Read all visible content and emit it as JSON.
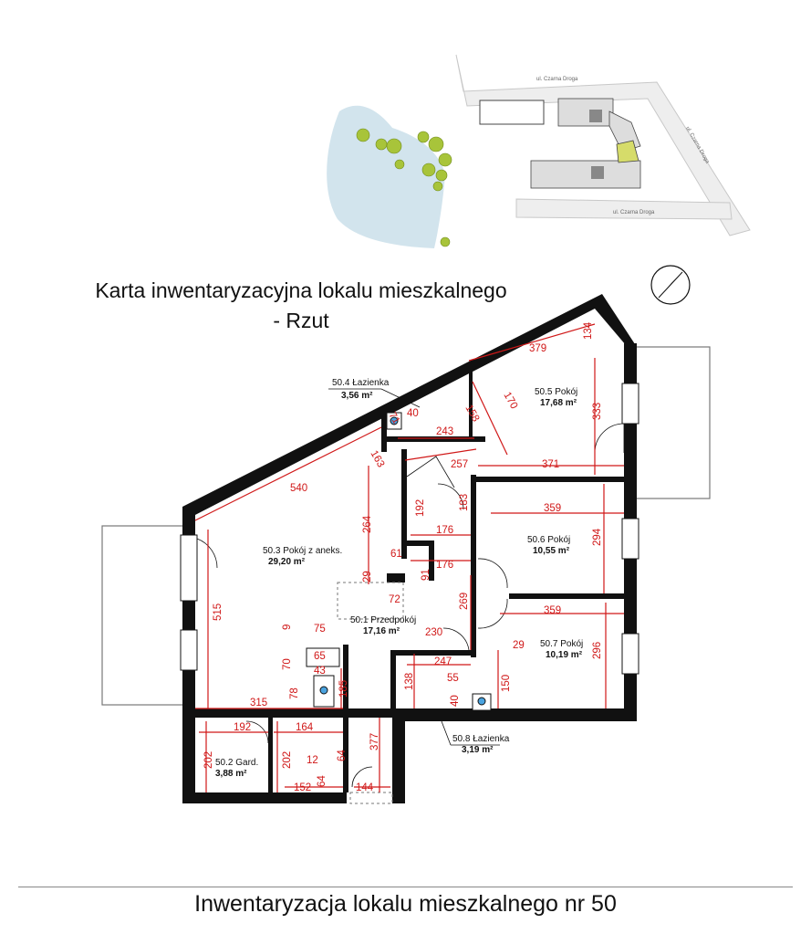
{
  "title": {
    "line1": "Karta inwentaryzacyjna lokalu mieszkalnego",
    "line2": "- Rzut"
  },
  "footer": "Inwentaryzacja lokalu mieszkalnego nr 50",
  "site_plan": {
    "streets": [
      "ul. Czarna Droga",
      "ul. Czarna Droga",
      "ul. Czarna Droga"
    ]
  },
  "rooms": [
    {
      "id": "50.1",
      "name": "50.1 Przedpokój",
      "area": "17,16 m²"
    },
    {
      "id": "50.2",
      "name": "50.2 Gard.",
      "area": "3,88 m²"
    },
    {
      "id": "50.3",
      "name": "50.3 Pokój z aneks.",
      "area": "29,20 m²"
    },
    {
      "id": "50.4",
      "name": "50.4 Łazienka",
      "area": "3,56 m²"
    },
    {
      "id": "50.5",
      "name": "50.5 Pokój",
      "area": "17,68 m²"
    },
    {
      "id": "50.6",
      "name": "50.6 Pokój",
      "area": "10,55 m²"
    },
    {
      "id": "50.7",
      "name": "50.7 Pokój",
      "area": "10,19 m²"
    },
    {
      "id": "50.8",
      "name": "50.8 Łazienka",
      "area": "3,19 m²"
    }
  ],
  "dimensions": [
    "379",
    "134",
    "170",
    "158",
    "40",
    "71",
    "243",
    "257",
    "333",
    "163",
    "540",
    "371",
    "192",
    "183",
    "176",
    "359",
    "294",
    "264",
    "61",
    "91",
    "176",
    "29",
    "72",
    "515",
    "269",
    "9",
    "75",
    "65",
    "70",
    "43",
    "78",
    "185",
    "230",
    "247",
    "29",
    "359",
    "296",
    "138",
    "55",
    "150",
    "40",
    "315",
    "192",
    "164",
    "377",
    "202",
    "202",
    "12",
    "64",
    "64",
    "152",
    "144"
  ],
  "colors": {
    "wall": "#111111",
    "dimension": "#d01818",
    "highlight": "#d6dc6a",
    "water": "#bcd6e4",
    "tree": "#9ab82e"
  }
}
